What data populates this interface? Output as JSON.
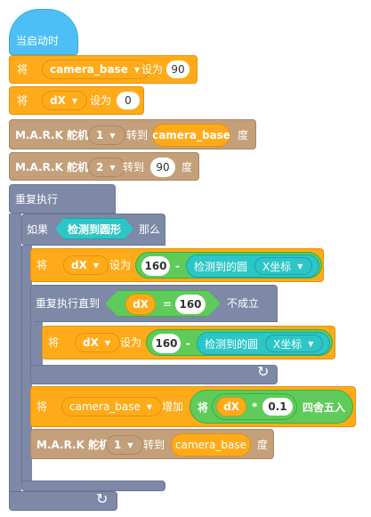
{
  "colors": {
    "events": "#4cbff6",
    "variables": "#ffab19",
    "variable_dark": "#e79008",
    "robot": "#c4a07a",
    "robot_dark": "#a98764",
    "control": "#7d89a6",
    "control_dark": "#6a7591",
    "sensor": "#2dc6c6",
    "sensor_dark": "#1aa5a5",
    "operator": "#5ecb5a",
    "operator_dark": "#43ab3f"
  },
  "event": {
    "label": "当启动时"
  },
  "set_camera": {
    "label": "将",
    "var": "camera_base",
    "to": "设为",
    "value": "90"
  },
  "set_dx": {
    "label": "将",
    "var": "dX",
    "to": "设为",
    "value": "0"
  },
  "servo1": {
    "label": "M.A.R.K 舵机",
    "id": "1",
    "to": "转到",
    "value": "camera_base",
    "unit": "度"
  },
  "servo2": {
    "label": "M.A.R.K 舵机",
    "id": "2",
    "to": "转到",
    "value": "90",
    "unit": "度"
  },
  "forever": {
    "label": "重复执行"
  },
  "if_block": {
    "label": "如果",
    "cond": "检测到圆形",
    "then": "那么"
  },
  "set_dx2": {
    "label": "将",
    "var": "dX",
    "to": "设为",
    "a": "160",
    "op": "-",
    "reporter": "检测到的圆",
    "prop": "X坐标"
  },
  "repeat_until": {
    "label": "重复执行直到",
    "var": "dX",
    "eq": "=",
    "value": "160",
    "suffix": "不成立"
  },
  "set_dx3": {
    "label": "将",
    "var": "dX",
    "to": "设为",
    "a": "160",
    "op": "-",
    "reporter": "检测到的圆",
    "prop": "X坐标"
  },
  "change_camera": {
    "label": "将",
    "var": "camera_base",
    "by": "增加",
    "round_label": "将",
    "rvar": "dX",
    "mul": "*",
    "factor": "0.1",
    "round": "四舍五入"
  },
  "servo3": {
    "label": "M.A.R.K 舵机",
    "id": "1",
    "to": "转到",
    "value": "camera_base",
    "unit": "度"
  },
  "loop_icon": "loop-arrow-icon"
}
